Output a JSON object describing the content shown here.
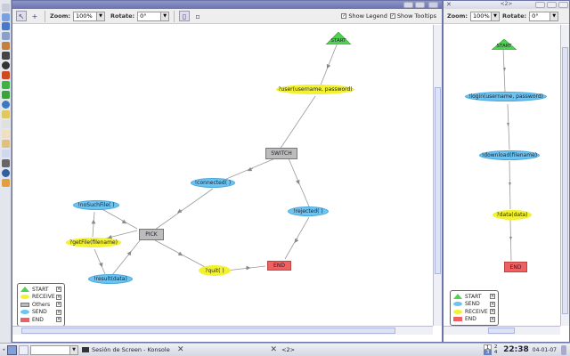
{
  "main_window": {
    "toolbar": {
      "zoom_label": "Zoom:",
      "zoom_value": "100%",
      "rotate_label": "Rotate:",
      "rotate_value": "0°",
      "show_legend_label": "Show Legend",
      "show_legend_checked": true,
      "show_tooltips_label": "Show Tooltips",
      "show_tooltips_checked": true
    },
    "graph": {
      "nodes": [
        {
          "id": "start",
          "label": "START",
          "type": "start"
        },
        {
          "id": "user",
          "label": "?user(username, password)",
          "type": "receive"
        },
        {
          "id": "switch",
          "label": "SWITCH",
          "type": "other"
        },
        {
          "id": "connected",
          "label": "!connected( )",
          "type": "send"
        },
        {
          "id": "rejected",
          "label": "!rejected( )",
          "type": "send"
        },
        {
          "id": "pick",
          "label": "PICK",
          "type": "other"
        },
        {
          "id": "nosuchfile",
          "label": "!noSuchFile( )",
          "type": "send"
        },
        {
          "id": "getfile",
          "label": "?getFile(filename)",
          "type": "receive"
        },
        {
          "id": "result",
          "label": "!result(data)",
          "type": "send"
        },
        {
          "id": "quit",
          "label": "?quit( )",
          "type": "receive"
        },
        {
          "id": "end",
          "label": "END",
          "type": "end"
        }
      ]
    },
    "legend": [
      {
        "label": "START",
        "color": "#4fd24f"
      },
      {
        "label": "RECEIVE",
        "color": "#f2f230"
      },
      {
        "label": "Others",
        "color": "#bcbcbc"
      },
      {
        "label": "SEND",
        "color": "#6cc4f0"
      },
      {
        "label": "END",
        "color": "#f06060"
      }
    ]
  },
  "second_window": {
    "title": "<2>",
    "toolbar": {
      "zoom_label": "Zoom:",
      "zoom_value": "100%",
      "rotate_label": "Rotate:",
      "rotate_value": "0°"
    },
    "graph": {
      "nodes": [
        {
          "id": "start",
          "label": "START",
          "type": "start"
        },
        {
          "id": "login",
          "label": "!login(username, password)",
          "type": "send"
        },
        {
          "id": "download",
          "label": "!download(filename)",
          "type": "send"
        },
        {
          "id": "data",
          "label": "?data(data)",
          "type": "receive"
        },
        {
          "id": "end",
          "label": "END",
          "type": "end"
        }
      ]
    },
    "legend": [
      {
        "label": "START",
        "color": "#4fd24f"
      },
      {
        "label": "SEND",
        "color": "#6cc4f0"
      },
      {
        "label": "RECEIVE",
        "color": "#f2f230"
      },
      {
        "label": "END",
        "color": "#f06060"
      }
    ]
  },
  "taskbar": {
    "task1_label": "Sesión de Screen - Konsole",
    "task2_label": "<2>",
    "desktops": [
      "1",
      "2",
      "3",
      "4"
    ],
    "active_desktop": "3",
    "clock_time": "22:38",
    "clock_date": "04-01-07"
  },
  "colors": {
    "send": "#6cc4f0",
    "receive": "#f2f230",
    "other": "#bcbcbc",
    "end": "#f06060",
    "start": "#4fd24f"
  }
}
